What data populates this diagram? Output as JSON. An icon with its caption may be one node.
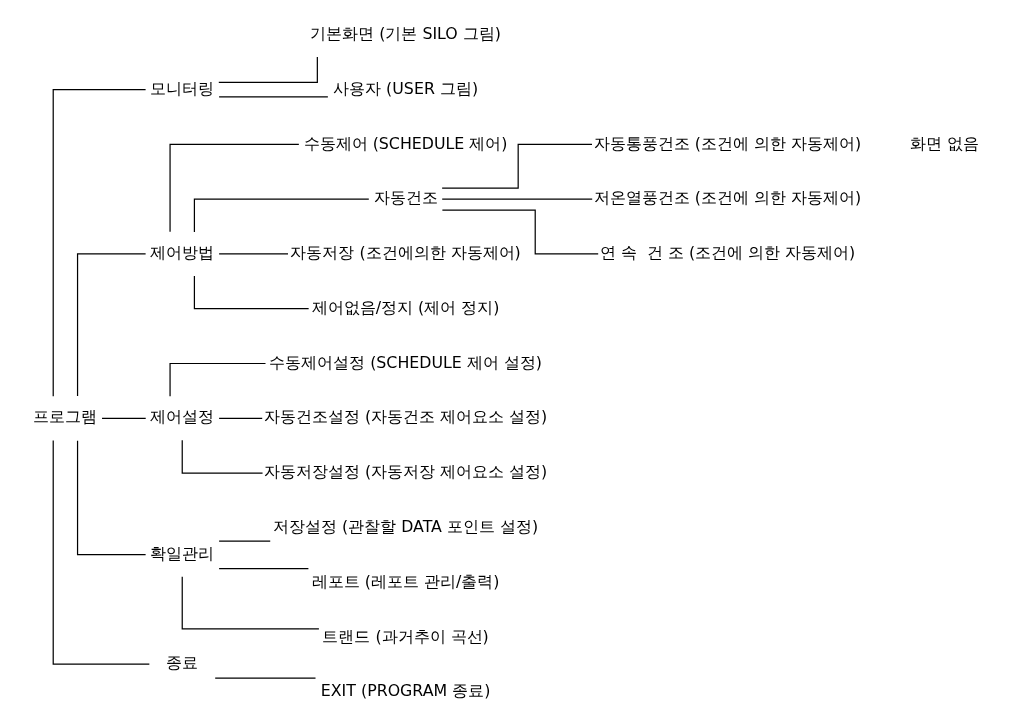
{
  "diagram": {
    "nodes": [
      {
        "text": [
          "프로그램"
        ]
      },
      {
        "text": [
          "모니터링"
        ]
      },
      {
        "text": [
          "기본화면 (기본 SILO 그림)"
        ]
      },
      {
        "text": [
          "사용자 (USER 그림)"
        ]
      },
      {
        "text": [
          "제어방법"
        ]
      },
      {
        "text": [
          "수동제어 (SCHEDULE 제어)"
        ]
      },
      {
        "text": [
          "자동건조"
        ]
      },
      {
        "text": [
          "자동통풍건조 (조건에 의한 자동제어)"
        ]
      },
      {
        "text": [
          "저온열풍건조 (조건에 의한 자동제어)"
        ]
      },
      {
        "text": [
          "연 속  건 조 (조건에 의한 자동제어)"
        ]
      },
      {
        "text": [
          "자동저장 (조건에의한 자동제어)"
        ]
      },
      {
        "text": [
          "제어없음/정지 (제어 정지)"
        ]
      },
      {
        "text": [
          "제어설정"
        ]
      },
      {
        "text": [
          "수동제어설정 (SCHEDULE 제어 설정)"
        ]
      },
      {
        "text": [
          "자동건조설정 (자동건조 제어요소 설정)"
        ]
      },
      {
        "text": [
          "자동저장설정 (자동저장 제어요소 설정)"
        ]
      },
      {
        "text": [
          "확일관리"
        ]
      },
      {
        "text": [
          "저장설정 (관찰할 DATA 포인트 설정)"
        ]
      },
      {
        "text": [
          "레포트 (레포트 관리/출력)"
        ]
      },
      {
        "text": [
          "트랜드 (과거추이 곡선)"
        ]
      },
      {
        "text": [
          "종료"
        ]
      },
      {
        "text": [
          "EXIT (PROGRAM 종료)"
        ]
      }
    ],
    "edges": [
      {
        "from": 0,
        "to": 1,
        "arrow": "none"
      },
      {
        "from": 1,
        "to": 2,
        "arrow": "none"
      },
      {
        "from": 1,
        "to": 3,
        "arrow": "none"
      },
      {
        "from": 0,
        "to": 4,
        "arrow": "none"
      },
      {
        "from": 4,
        "to": 5,
        "arrow": "none"
      },
      {
        "from": 4,
        "to": 6,
        "arrow": "none"
      },
      {
        "from": 6,
        "to": 7,
        "arrow": "none"
      },
      {
        "from": 6,
        "to": 8,
        "arrow": "none"
      },
      {
        "from": 6,
        "to": 9,
        "arrow": "none"
      },
      {
        "from": 4,
        "to": 10,
        "arrow": "none"
      },
      {
        "from": 4,
        "to": 11,
        "arrow": "none"
      },
      {
        "from": 0,
        "to": 12,
        "arrow": "none"
      },
      {
        "from": 12,
        "to": 13,
        "arrow": "none"
      },
      {
        "from": 12,
        "to": 14,
        "arrow": "none"
      },
      {
        "from": 12,
        "to": 15,
        "arrow": "none"
      },
      {
        "from": 0,
        "to": 16,
        "arrow": "none"
      },
      {
        "from": 16,
        "to": 17,
        "arrow": "none"
      },
      {
        "from": 16,
        "to": 18,
        "arrow": "none"
      },
      {
        "from": 16,
        "to": 19,
        "arrow": "none"
      },
      {
        "from": 0,
        "to": 20,
        "arrow": "none"
      },
      {
        "from": 20,
        "to": 21,
        "arrow": "none"
      }
    ],
    "labels": [
      "화면 없음"
    ]
  }
}
